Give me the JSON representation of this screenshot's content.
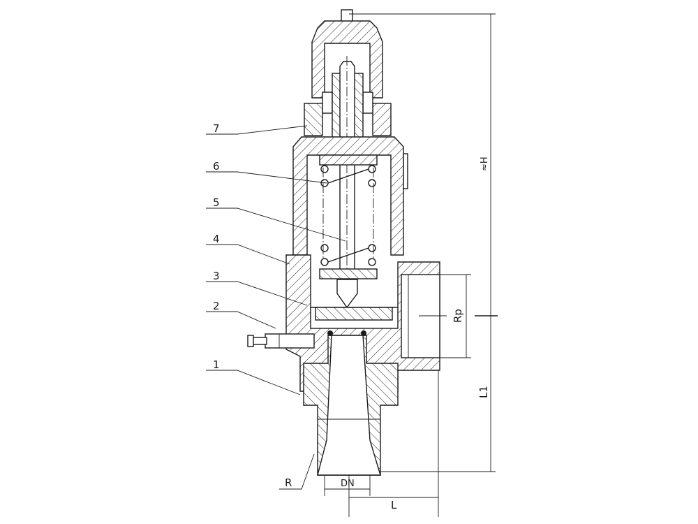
{
  "drawing": {
    "part_labels": [
      "1",
      "2",
      "3",
      "4",
      "5",
      "6",
      "7"
    ],
    "dimensions": {
      "height": "≈H",
      "inlet_length": "L1",
      "outlet_thread": "Rp",
      "inlet_thread": "R",
      "nominal_diameter": "DN",
      "offset": "L"
    }
  }
}
